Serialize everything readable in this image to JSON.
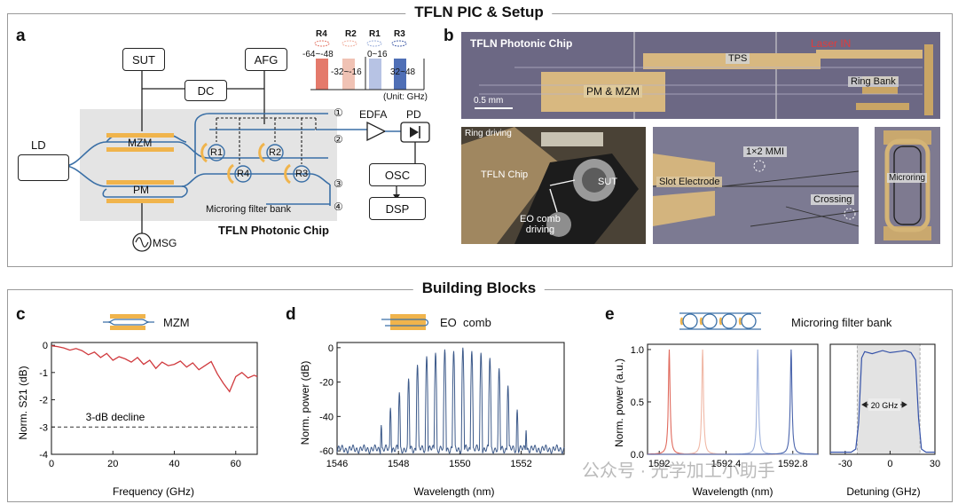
{
  "top": {
    "title": "TFLN PIC & Setup",
    "panel_a": {
      "label": "a",
      "boxes": {
        "sut": "SUT",
        "afg": "AFG",
        "dc": "DC",
        "ld": "LD",
        "osc": "OSC",
        "dsp": "DSP"
      },
      "chip_elems": {
        "mzm": "MZM",
        "pm": "PM"
      },
      "rings": [
        "R1",
        "R2",
        "R4",
        "R3"
      ],
      "edfa": "EDFA",
      "pd": "PD",
      "ports": [
        "①",
        "②",
        "③",
        "④"
      ],
      "msg": "MSG",
      "filter_bank": "Microring filter bank",
      "chip_title": "TFLN Photonic Chip",
      "inset": {
        "headers": [
          "R4",
          "R2",
          "R1",
          "R3"
        ],
        "ranges": [
          "-64~-48",
          "-32~-16",
          "0~16",
          "32~48"
        ],
        "unit": "(Unit: GHz)",
        "colors": [
          "#e47a6b",
          "#f0c2b4",
          "#b7c3e4",
          "#4f6fb6"
        ]
      }
    },
    "panel_b": {
      "label": "b",
      "chip_title": "TFLN Photonic Chip",
      "laser_in": "Laser IN",
      "tps": "TPS",
      "pm_mzm": "PM & MZM",
      "ring_bank": "Ring Bank",
      "scale": "0.5 mm",
      "photo_labels": {
        "ring_driving": "Ring driving",
        "tfln_chip": "TFLN Chip",
        "sut": "SUT",
        "eo_comb": "EO comb\ndriving",
        "slot_electrode": "Slot Electrode",
        "mmi": "1×2 MMI",
        "crossing": "Crossing",
        "microring": "Microring"
      }
    }
  },
  "bottom": {
    "title": "Building Blocks",
    "panel_c": {
      "label": "c",
      "legend": "MZM",
      "ylabel": "Norm. S21 (dB)",
      "xlabel": "Frequency (GHz)",
      "annotation": "3-dB decline",
      "xticks": [
        "0",
        "20",
        "40",
        "60"
      ],
      "yticks": [
        "0",
        "-1",
        "-2",
        "-3",
        "-4"
      ]
    },
    "panel_d": {
      "label": "d",
      "legend": "EO  comb",
      "ylabel": "Norm. power (dB)",
      "xlabel": "Wavelength (nm)",
      "xticks": [
        "1546",
        "1548",
        "1550",
        "1552"
      ],
      "yticks": [
        "0",
        "-20",
        "-40",
        "-60"
      ]
    },
    "panel_e": {
      "label": "e",
      "legend": "Microring filter bank",
      "ylabel": "Norm. power (a.u.)",
      "xlabel1": "Wavelength (nm)",
      "xlabel2": "Detuning (GHz)",
      "xticks1": [
        "1592",
        "1592.4",
        "1592.8"
      ],
      "xticks2": [
        "-30",
        "0",
        "30"
      ],
      "yticks": [
        "1.0",
        "0.5",
        "0.0"
      ],
      "annotation": "20 GHz",
      "watermark": "公众号 · 光学加工小助手"
    }
  },
  "chart_data": [
    {
      "type": "line",
      "title": "",
      "xlabel": "Frequency (GHz)",
      "ylabel": "Norm. S21 (dB)",
      "xlim": [
        0,
        67
      ],
      "ylim": [
        -4,
        0.1
      ],
      "series": [
        {
          "name": "",
          "color": "#d03a3e",
          "x": [
            0,
            2,
            4,
            6,
            8,
            10,
            12,
            14,
            16,
            18,
            20,
            22,
            24,
            26,
            28,
            30,
            32,
            34,
            36,
            38,
            40,
            42,
            44,
            46,
            48,
            50,
            52,
            54,
            56,
            58,
            60,
            62,
            64,
            66,
            67
          ],
          "y": [
            -0.02,
            -0.05,
            -0.1,
            -0.18,
            -0.12,
            -0.2,
            -0.35,
            -0.25,
            -0.45,
            -0.3,
            -0.55,
            -0.42,
            -0.5,
            -0.62,
            -0.45,
            -0.7,
            -0.55,
            -0.85,
            -0.62,
            -0.75,
            -0.7,
            -0.58,
            -0.8,
            -0.65,
            -0.9,
            -0.75,
            -0.6,
            -1.05,
            -1.4,
            -1.7,
            -1.15,
            -1.0,
            -1.2,
            -1.1,
            -1.15
          ]
        }
      ],
      "reference_line": {
        "y": -3,
        "label": "3-dB decline",
        "style": "dashed"
      },
      "grid": false
    },
    {
      "type": "line",
      "title": "",
      "xlabel": "Wavelength (nm)",
      "ylabel": "Norm. power (dB)",
      "xlim": [
        1546,
        1553.4
      ],
      "ylim": [
        -62,
        3
      ],
      "series": [
        {
          "name": "",
          "color": "#3d5a8a",
          "peak_wavelengths": [
            1547.44,
            1547.74,
            1548.03,
            1548.33,
            1548.62,
            1548.92,
            1549.21,
            1549.51,
            1549.8,
            1550.1,
            1550.39,
            1550.69,
            1550.98,
            1551.28,
            1551.57,
            1551.87,
            1552.16
          ],
          "peak_levels": [
            -45,
            -35,
            -26,
            -18,
            -10,
            -5,
            -3,
            -1,
            -2,
            0,
            -2,
            -3,
            -6,
            -12,
            -22,
            -36,
            -48
          ],
          "noise_floor": -59
        }
      ],
      "grid": false
    },
    {
      "type": "line",
      "title": "",
      "xlabel": "Wavelength (nm)",
      "ylabel": "Norm. power (a.u.)",
      "xlim": [
        1591.93,
        1592.95
      ],
      "ylim": [
        0,
        1.05
      ],
      "series": [
        {
          "name": "",
          "color": "#e06a5d",
          "peak": 1592.06,
          "height": 1.0
        },
        {
          "name": "",
          "color": "#f0b8a6",
          "peak": 1592.26,
          "height": 1.0
        },
        {
          "name": "",
          "color": "#9fb2dc",
          "peak": 1592.59,
          "height": 1.0
        },
        {
          "name": "",
          "color": "#4a64ac",
          "peak": 1592.79,
          "height": 1.0
        }
      ]
    },
    {
      "type": "line",
      "title": "",
      "xlabel": "Detuning (GHz)",
      "ylabel": "",
      "xlim": [
        -40,
        30
      ],
      "ylim": [
        0,
        1.05
      ],
      "series": [
        {
          "name": "",
          "color": "#3552a8",
          "x": [
            -40,
            -26,
            -23,
            -21,
            -19,
            -17,
            -12,
            -5,
            0,
            5,
            10,
            14,
            17,
            19,
            21,
            24,
            30
          ],
          "y": [
            0.02,
            0.02,
            0.05,
            0.3,
            0.92,
            0.98,
            0.96,
            0.99,
            0.97,
            0.98,
            0.99,
            0.97,
            0.9,
            0.35,
            0.05,
            0.02,
            0.02
          ]
        }
      ],
      "shaded_band": [
        -22,
        20
      ],
      "annotation": "20 GHz"
    }
  ]
}
